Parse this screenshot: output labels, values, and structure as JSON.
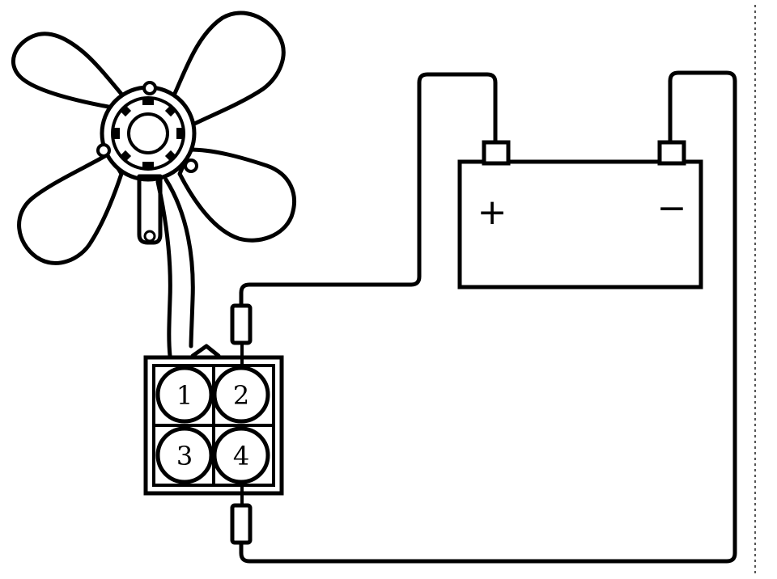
{
  "battery": {
    "positive_symbol": "+",
    "negative_symbol": "−"
  },
  "connector": {
    "terminals": [
      "1",
      "2",
      "3",
      "4"
    ]
  },
  "colors": {
    "line": "#000000",
    "background": "#ffffff"
  }
}
